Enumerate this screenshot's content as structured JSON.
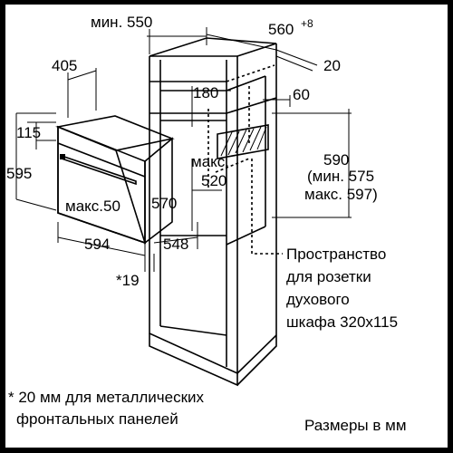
{
  "dimensions": {
    "min_550": "мин. 550",
    "d560": "560",
    "d560_sup": "+8",
    "d20": "20",
    "d405": "405",
    "d180": "180",
    "d60": "60",
    "d115": "115",
    "d595": "595",
    "max_label": "макс.",
    "d520": "520",
    "d590": "590",
    "min575": "(мин. 575",
    "max597": "макс. 597)",
    "max50": "макс.50",
    "d570": "570",
    "d594": "594",
    "d548": "548",
    "star19": "*19"
  },
  "notes": {
    "socket_line1": "Пространство",
    "socket_line2": "для розетки",
    "socket_line3": "духового",
    "socket_line4": "шкафа 320x115",
    "footnote_line1": "* 20 мм для металлических",
    "footnote_line2": "фронтальных панелей",
    "units": "Размеры в мм"
  }
}
